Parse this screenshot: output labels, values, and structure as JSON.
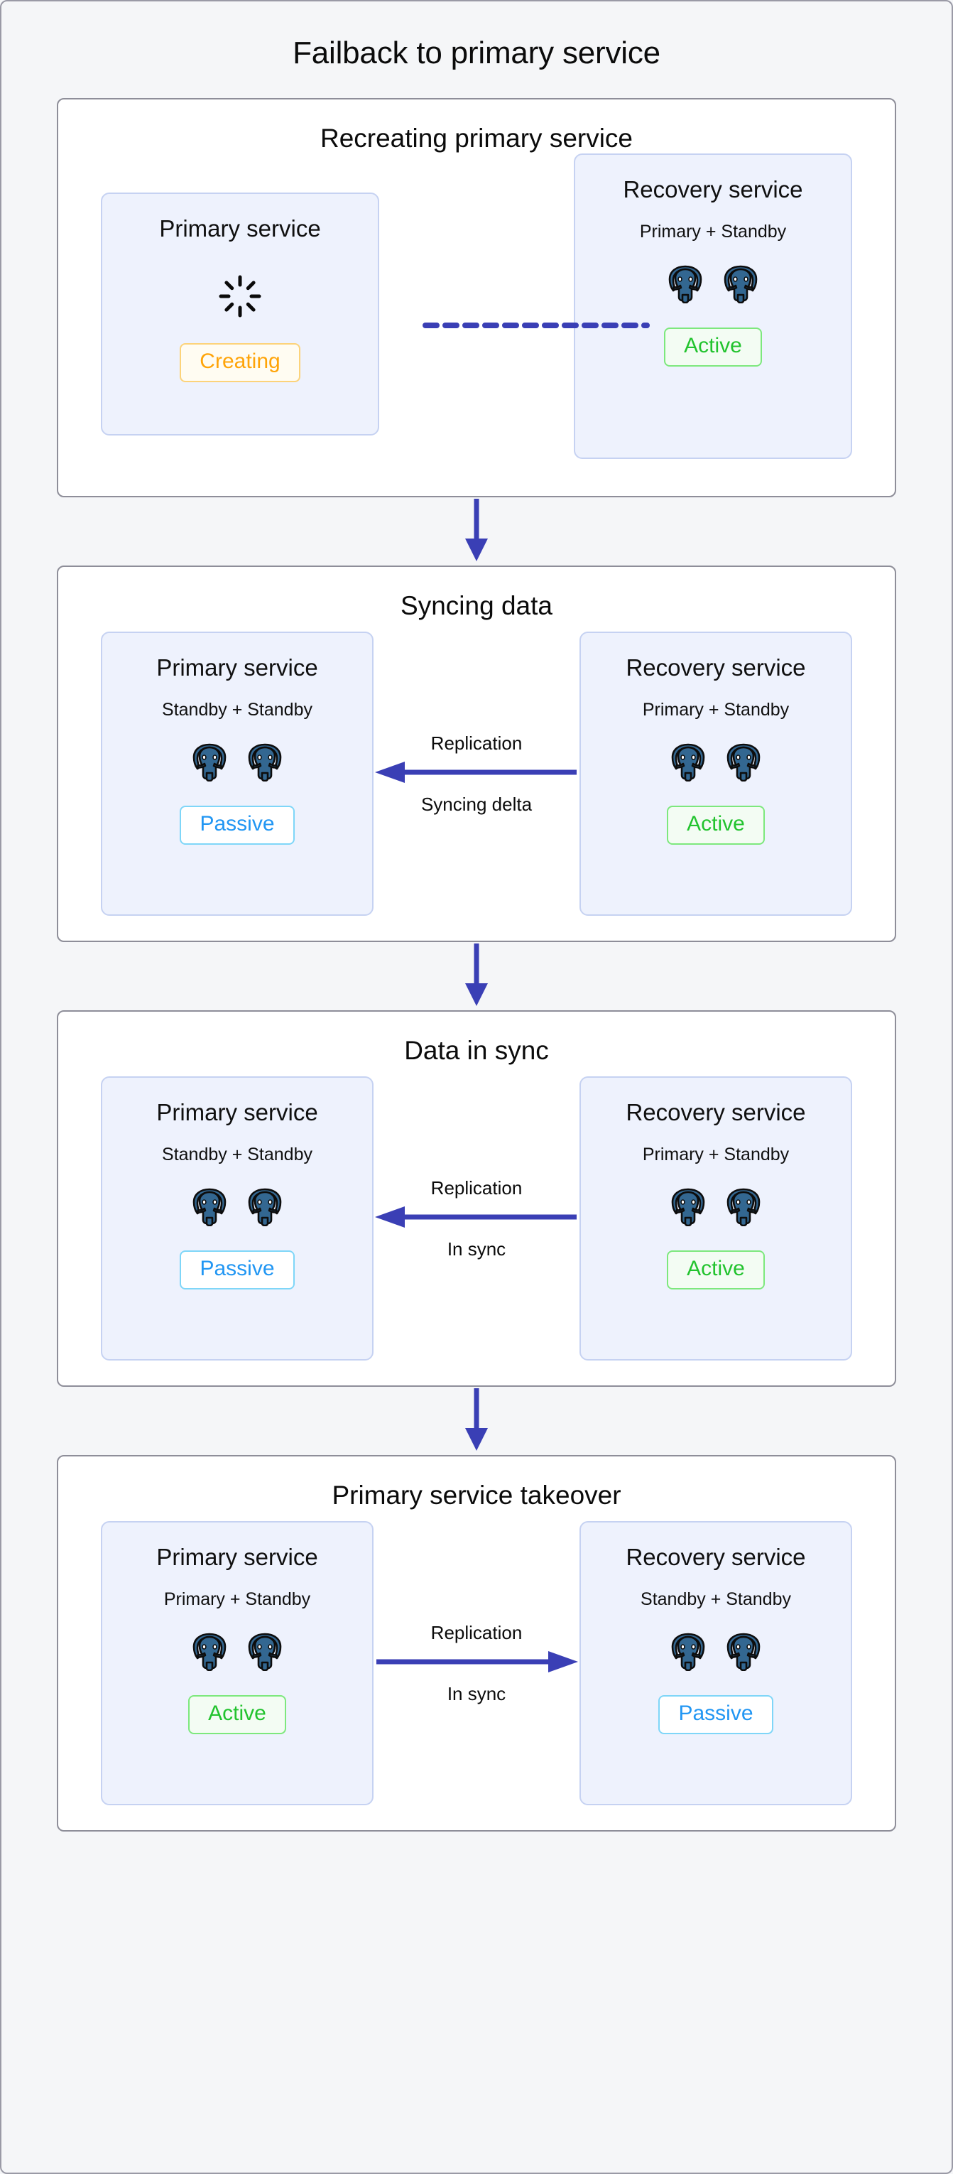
{
  "title": "Failback to primary service",
  "colors": {
    "page_background": "#f5f6f8",
    "panel_background": "#ffffff",
    "panel_border": "#8e8e99",
    "card_background": "#eef2fd",
    "card_border": "#c6d2f2",
    "arrow": "#3a3fb5",
    "active": "#22c32e",
    "passive": "#2196f3",
    "creating": "#ffa408",
    "postgres": "#336791"
  },
  "icons": {
    "node": "postgresql-elephant-icon",
    "spinner": "loading-spinner-icon",
    "down_arrow": "arrow-down-icon",
    "left_arrow": "arrow-left-icon",
    "right_arrow": "arrow-right-icon",
    "dashed_link": "dashed-connector-icon"
  },
  "stages": [
    {
      "title": "Recreating primary service",
      "left": {
        "name": "Primary service",
        "roles": "",
        "nodes": 0,
        "spinner": true,
        "status": "Creating",
        "status_kind": "creating"
      },
      "right": {
        "name": "Recovery service",
        "roles": "Primary + Standby",
        "nodes": 2,
        "spinner": false,
        "status": "Active",
        "status_kind": "active"
      },
      "connector": {
        "kind": "dashed",
        "direction": "none",
        "label_top": "",
        "label_bottom": ""
      }
    },
    {
      "title": "Syncing data",
      "left": {
        "name": "Primary service",
        "roles": "Standby + Standby",
        "nodes": 2,
        "spinner": false,
        "status": "Passive",
        "status_kind": "passive"
      },
      "right": {
        "name": "Recovery service",
        "roles": "Primary + Standby",
        "nodes": 2,
        "spinner": false,
        "status": "Active",
        "status_kind": "active"
      },
      "connector": {
        "kind": "solid",
        "direction": "left",
        "label_top": "Replication",
        "label_bottom": "Syncing delta"
      }
    },
    {
      "title": "Data in sync",
      "left": {
        "name": "Primary service",
        "roles": "Standby + Standby",
        "nodes": 2,
        "spinner": false,
        "status": "Passive",
        "status_kind": "passive"
      },
      "right": {
        "name": "Recovery service",
        "roles": "Primary + Standby",
        "nodes": 2,
        "spinner": false,
        "status": "Active",
        "status_kind": "active"
      },
      "connector": {
        "kind": "solid",
        "direction": "left",
        "label_top": "Replication",
        "label_bottom": "In sync"
      }
    },
    {
      "title": "Primary service takeover",
      "left": {
        "name": "Primary service",
        "roles": "Primary + Standby",
        "nodes": 2,
        "spinner": false,
        "status": "Active",
        "status_kind": "active"
      },
      "right": {
        "name": "Recovery service",
        "roles": "Standby + Standby",
        "nodes": 2,
        "spinner": false,
        "status": "Passive",
        "status_kind": "passive"
      },
      "connector": {
        "kind": "solid",
        "direction": "right",
        "label_top": "Replication",
        "label_bottom": "In sync"
      }
    }
  ]
}
